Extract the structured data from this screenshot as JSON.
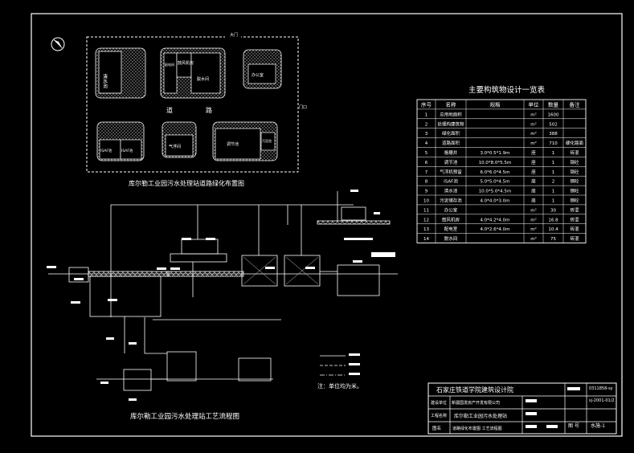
{
  "site_plan": {
    "title": "库尔勒工业园污水处理站道路绿化布置图",
    "road": [
      "道",
      "路"
    ],
    "gate_top": "大门",
    "gate_right": "门口",
    "buildings": {
      "clear_water": "清水池",
      "blower": "鼓风机房",
      "power": "配电间",
      "sludge_room": "脱水间",
      "office": "办公室",
      "isaf_a": "ISAF池",
      "isaf_b": "ISAF池",
      "air_float": "气浮间",
      "regulating": "调节池",
      "sludge_tank": "污泥池"
    }
  },
  "process": {
    "title": "库尔勒工业园污水处理站工艺流程图",
    "note": "注：单位均为米。"
  },
  "table": {
    "title": "主要构筑物设计一览表",
    "headers": [
      "序号",
      "名称",
      "规格",
      "单位",
      "数量",
      "备注"
    ],
    "rows": [
      [
        "1",
        "总用地面积",
        "",
        "m²",
        "1600",
        ""
      ],
      [
        "2",
        "处理构建筑物",
        "",
        "m²",
        "502",
        ""
      ],
      [
        "3",
        "绿化面积",
        "",
        "m²",
        "388",
        ""
      ],
      [
        "4",
        "道路面积",
        "",
        "m²",
        "710",
        "硬化路面"
      ],
      [
        "5",
        "格栅井",
        "3.0*0.5*1.9m",
        "座",
        "1",
        "砖混"
      ],
      [
        "6",
        "调节池",
        "10.0*8.0*5.5m",
        "座",
        "1",
        "钢砼"
      ],
      [
        "7",
        "气浮机预留",
        "6.0*6.0*4.5m",
        "座",
        "1",
        "钢砼"
      ],
      [
        "8",
        "ISAF池",
        "5.0*5.0*4.5m",
        "座",
        "2",
        "钢砼"
      ],
      [
        "9",
        "清水池",
        "10.0*5.0*4.5m",
        "座",
        "1",
        "钢砼"
      ],
      [
        "10",
        "污泥储存池",
        "4.0*4.0*3.0m",
        "座",
        "1",
        "钢砼"
      ],
      [
        "11",
        "办公室",
        "",
        "m²",
        "30",
        "砖混"
      ],
      [
        "12",
        "鼓风机房",
        "4.0*4.2*4.0m",
        "m²",
        "16.8",
        "砖混"
      ],
      [
        "13",
        "配电室",
        "4.0*2.6*4.0m",
        "m²",
        "10.4",
        "砖混"
      ],
      [
        "14",
        "脱水间",
        "",
        "m²",
        "75",
        "砖混"
      ]
    ]
  },
  "title_block": {
    "institute": "石家庄铁道学院建筑设计院",
    "drawing_no": "0311858-sy",
    "code": "sj-2001-01/2",
    "client_label": "建设单位",
    "client": "新疆国发房产开发有限公司",
    "project_label": "工程名称",
    "project": "库尔勒工业园污水处理站",
    "name_label": "图名",
    "name": "道路绿化布置图 工艺流程图",
    "sheet_label": "图 号",
    "sheet": "水施-1"
  },
  "colors": {
    "line": "#ffffff",
    "bg": "#000000"
  }
}
